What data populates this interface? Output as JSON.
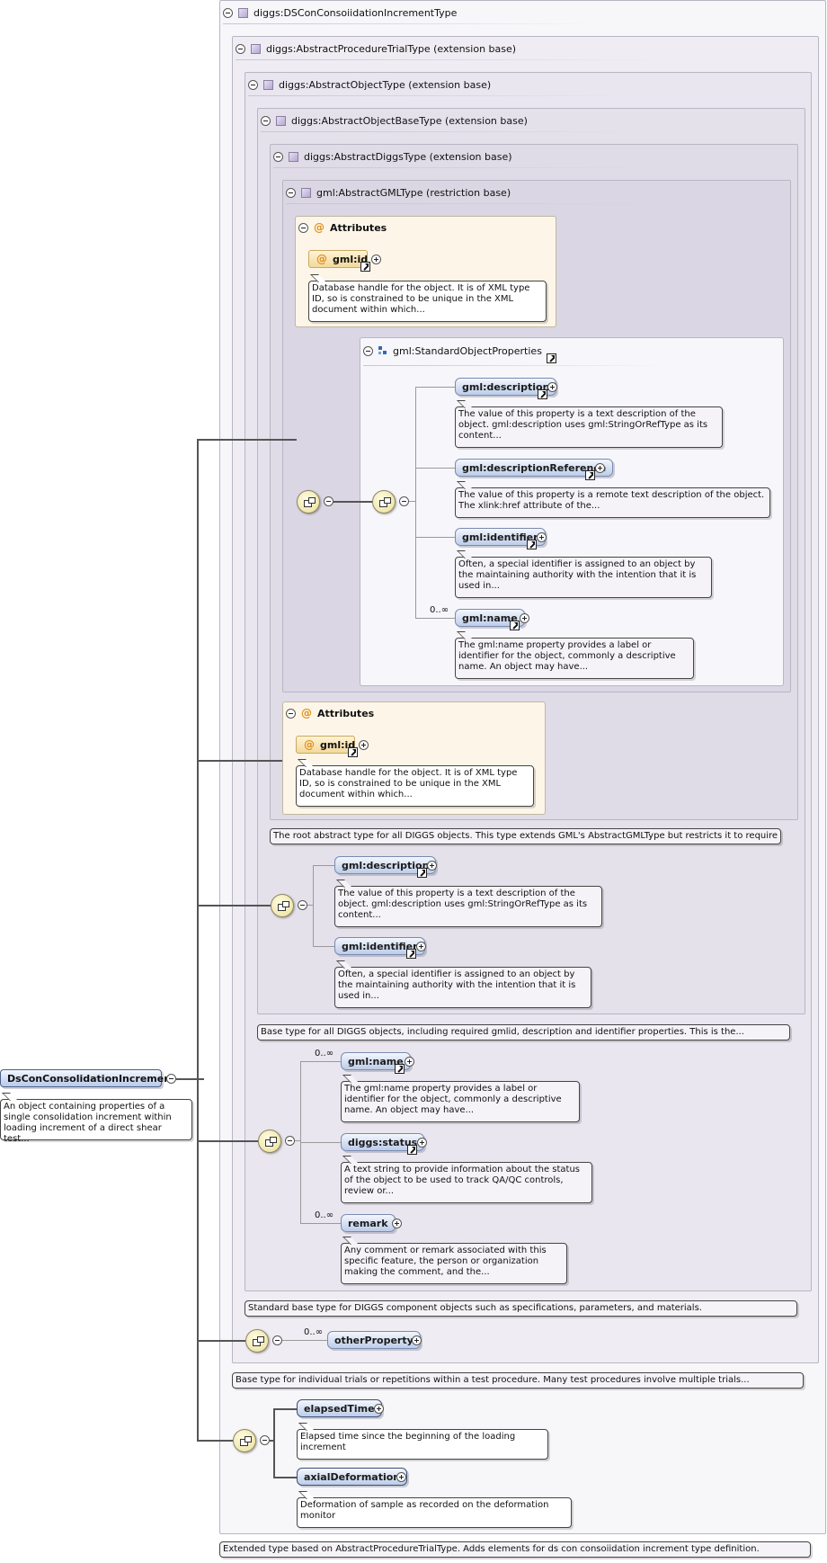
{
  "root": {
    "name": "DsConConsolidationIncrement",
    "doc": "An object containing properties of a single consolidation increment within loading increment of a direct shear test..."
  },
  "types": {
    "t0": "diggs:DSConConsoiidationIncrementType",
    "t1": "diggs:AbstractProcedureTrialType (extension base)",
    "t2": "diggs:AbstractObjectType (extension base)",
    "t3": "diggs:AbstractObjectBaseType (extension base)",
    "t4": "diggs:AbstractDiggsType (extension base)",
    "t5": "gml:AbstractGMLType (restriction base)"
  },
  "attributes": {
    "label": "Attributes",
    "at_symbol": "@",
    "gml_id": "gml:id",
    "gml_id_doc": "Database handle for the object. It is of XML type ID, so is constrained to be unique in the XML document within which..."
  },
  "standard_props": {
    "group": "gml:StandardObjectProperties",
    "description": "gml:description",
    "description_doc": "The value of this property is a text description of the object. gml:description uses gml:StringOrRefType as its content...",
    "descriptionReference": "gml:descriptionReference",
    "descriptionReference_doc": "The value of this property is a remote text description of the object. The xlink:href attribute of the...",
    "identifier": "gml:identifier",
    "identifier_doc": "Often, a special identifier is assigned to an object by the maintaining authority with the intention that it is used in...",
    "name_occ": "0..∞",
    "name": "gml:name",
    "name_doc": "The gml:name property provides a label or identifier for the object, commonly a descriptive name. An object may have..."
  },
  "docs": {
    "diggs_type_doc": "The root abstract type for all DIGGS objects. This type extends GML's AbstractGMLType but restricts it to require a...",
    "base_type_doc": "Base type for all DIGGS objects, including required gmlid, description and identifier properties. This is the...",
    "object_type_doc": "Standard base type for DIGGS component objects such as specifications, parameters, and materials.",
    "trial_type_doc": "Base type for individual trials or repetitions within a test procedure. Many test procedures involve multiple trials...",
    "ext_type_doc": "Extended type based on AbstractProcedureTrialType. Adds elements for ds con consoiidation increment type definition."
  },
  "base_seq": {
    "description": "gml:description",
    "description_doc": "The value of this property is a text description of the object. gml:description uses gml:StringOrRefType as its content...",
    "identifier": "gml:identifier",
    "identifier_doc": "Often, a special identifier is assigned to an object by the maintaining authority with the intention that it is used in..."
  },
  "object_seq": {
    "name_occ": "0..∞",
    "name": "gml:name",
    "name_doc": "The gml:name property provides a label or identifier for the object, commonly a descriptive name. An object may have...",
    "status": "diggs:status",
    "status_doc": "A text string to provide information about the status of the object to be used to track QA/QC controls, review or...",
    "remark_occ": "0..∞",
    "remark": "remark",
    "remark_doc": "Any comment or remark associated with this specific feature, the person or organization making the comment, and the..."
  },
  "trial_seq": {
    "other_occ": "0..∞",
    "otherProperty": "otherProperty"
  },
  "ext_seq": {
    "elapsedTime": "elapsedTime",
    "elapsedTime_doc": "Elapsed time since the beginning of the loading increment",
    "axialDeformation": "axialDeformation",
    "axialDeformation_doc": "Deformation of sample as recorded on the deformation monitor"
  }
}
